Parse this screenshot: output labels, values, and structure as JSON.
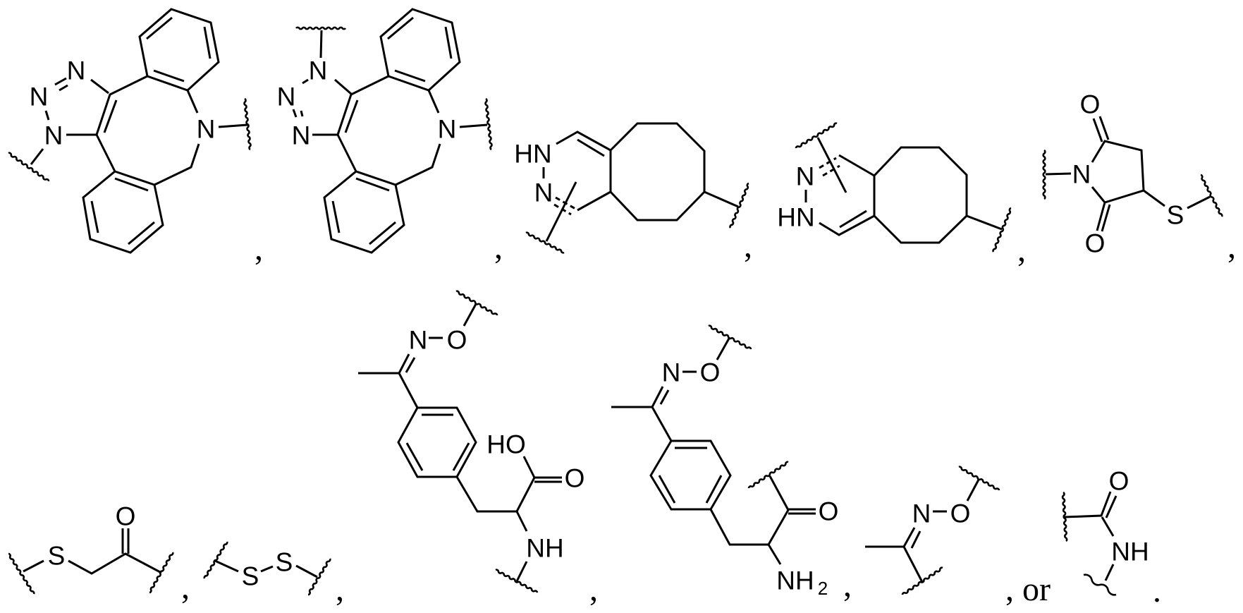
{
  "colors": {
    "ink": "#000000",
    "background": "#ffffff"
  },
  "structures": [
    {
      "name": "dibenzoazocine-triazole-1",
      "labels": [
        "N",
        "N",
        "N",
        "N"
      ]
    },
    {
      "name": "dibenzoazocine-triazole-2",
      "labels": [
        "N",
        "N",
        "N",
        "N"
      ]
    },
    {
      "name": "cyclooctapyrazole-1",
      "labels": [
        "HN",
        "N"
      ]
    },
    {
      "name": "cyclooctapyrazole-2",
      "labels": [
        "N",
        "HN"
      ]
    },
    {
      "name": "succinimide-thioether",
      "labels": [
        "N",
        "O",
        "O",
        "S"
      ]
    },
    {
      "name": "thioether-ketone",
      "labels": [
        "S",
        "O"
      ]
    },
    {
      "name": "disulfide",
      "labels": [
        "S",
        "S"
      ]
    },
    {
      "name": "oxime-phenylalanine-acid",
      "labels": [
        "N",
        "O",
        "HO",
        "O",
        "NH"
      ]
    },
    {
      "name": "oxime-phenylalanine-amine",
      "labels": [
        "N",
        "O",
        "O",
        "NH",
        "2"
      ]
    },
    {
      "name": "oxime",
      "labels": [
        "N",
        "O"
      ]
    },
    {
      "name": "amide",
      "labels": [
        "O",
        "NH"
      ]
    }
  ],
  "separators": {
    "row1": [
      ",",
      ",",
      ",",
      ",",
      ","
    ],
    "row2": [
      ",",
      ",",
      ",",
      ",",
      ","
    ],
    "conjunction": "or",
    "terminal": "."
  }
}
